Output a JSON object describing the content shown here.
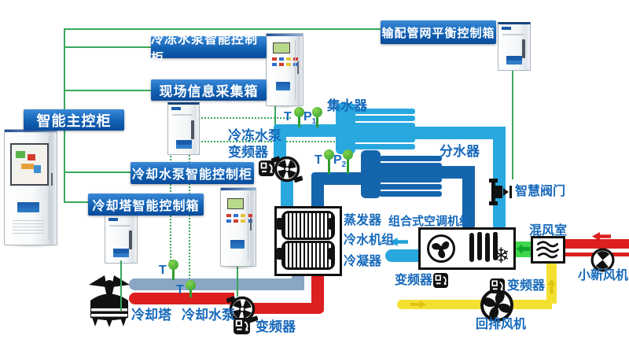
{
  "titles": {
    "main_cabinet": "智能主控柜",
    "chw_pump_cabinet": "冷冻水泵智能控制柜",
    "field_info_box": "现场信息采集箱",
    "network_balance_box": "输配管网平衡控制箱",
    "cw_pump_cabinet": "冷却水泵智能控制柜",
    "cooling_tower_box": "冷却塔智能控制箱"
  },
  "equipment": {
    "collector": "集水器",
    "distributor": "分水器",
    "chw_pump_line1": "冷冻水泵",
    "chw_pump_line2": "变频器",
    "smart_valve": "智慧阀门",
    "evaporator": "蒸发器",
    "chiller_unit": "冷水机组",
    "condenser": "冷凝器",
    "ahu": "组合式空调机组",
    "mixing_chamber": "混风室",
    "vfd_ahu": "变频器",
    "vfd_return_fan": "变频器",
    "vfd_cooling_pump": "变频器",
    "fresh_air_fan": "小新风机",
    "return_fan": "回排风机",
    "cooling_tower": "冷却塔",
    "cooling_pump": "冷却水泵"
  },
  "sensors": {
    "t_supply": "T",
    "p_supply": "P",
    "p_supply_sub": "1",
    "t_return": "T",
    "p_return": "P",
    "p_return_sub": "2",
    "t_cooling_out": "T",
    "t_cooling_in": "T"
  },
  "icons": {
    "snowflake": "❄"
  },
  "colors": {
    "chilled_supply_pipe": "#29a8e0",
    "chilled_return_pipe": "#1565ad",
    "cooling_return_pipe": "#8aa6c4",
    "cooling_supply_pipe": "#dc1f1f",
    "return_air_pipe": "#f4e031",
    "air_link_pipe": "#3fd84b",
    "signal_line": "#3aa85c",
    "title_bar_blue": "#0a4c9c",
    "equipment_text_blue": "#1669bb",
    "sensor_green": "#2f9e2f"
  }
}
